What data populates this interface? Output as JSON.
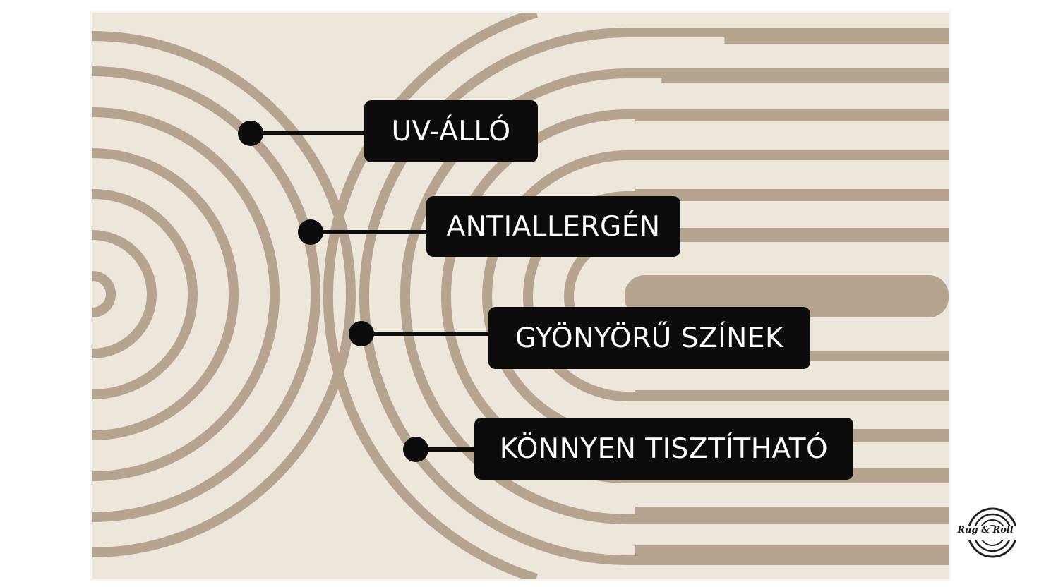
{
  "rug": {
    "base_color": "#ece7da",
    "stripe_color": "#b7a48e",
    "border_color": "#f6f4ee"
  },
  "callouts": [
    {
      "id": "uv",
      "text": "UV-ÁLLÓ"
    },
    {
      "id": "antiallergen",
      "text": "ANTIALLERGÉN"
    },
    {
      "id": "colors",
      "text": "GYÖNYÖRŰ SZÍNEK"
    },
    {
      "id": "clean",
      "text": "KÖNNYEN TISZTÍTHATÓ"
    }
  ],
  "callout_colors": {
    "background": "#0c0c0c",
    "text": "#ffffff"
  },
  "logo": {
    "text": "Rug & Roll",
    "icon": "rug-roll-swirl-icon"
  }
}
